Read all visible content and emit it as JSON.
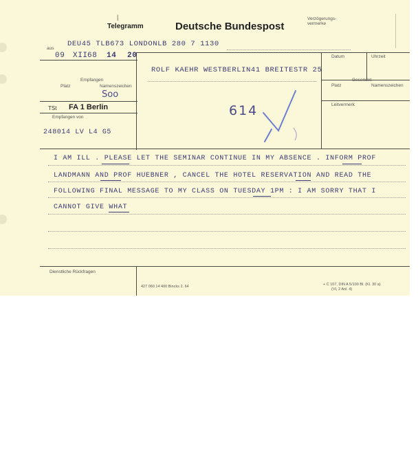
{
  "form": {
    "telegramm_label": "Telegramm",
    "header_title": "Deutsche Bundespost",
    "verzoegerung_label1": "Verzögerungs-",
    "verzoegerung_label2": "vermerke",
    "aus_label": "aus",
    "datum_label": "Datum",
    "uhrzeit_label": "Uhrzeit",
    "empfangen_label": "Empfangen",
    "platz_label": "Platz",
    "namenszeichen_label": "Namenszeichen",
    "gesendet_label": "Gesendet",
    "platz_label2": "Platz",
    "namenszeichen_label2": "Namenszeichen",
    "leitvermerk_label": "Leitvermerk",
    "tsr_label": "TSt",
    "fa_label": "FA 1 Berlin",
    "empfangen_von_label": "Empfangen von",
    "dienstliche_label": "Dienstliche Rückfragen",
    "footer_left": "427 060  14 400 Bincks 2. 64",
    "footer_right1": "+ C 107, DIN A 5/100 Bl. (Kl. 30 a)",
    "footer_right2": "(VI, 2 Anl. 4)"
  },
  "typed": {
    "origin": "DEU45 TLB673  LONDONLB 280 7 1130",
    "date_day": "09",
    "date_month": "XII",
    "date_year": "68",
    "date_hour": "14",
    "date_min": "20",
    "address": "ROLF KAEHR WESTBERLIN41 BREITESTR 25",
    "receiver_code": "248014 LV L4 G5",
    "msg_line1": "I AM ILL . PLEASE LET THE SEMINAR CONTINUE IN MY ABSENCE .  INFORM PROF",
    "msg_line2": "LANDMANN AND PROF HUEBNER , CANCEL THE HOTEL  RESERVATION AND READ THE",
    "msg_line3": "FOLLOWING FINAL MESSAGE TO MY CLASS  ON TUESDAY 1PM : I AM SORRY THAT I",
    "msg_line4": "CANNOT GIVE WHAT"
  },
  "handwritten": {
    "number_614": "614",
    "initials": "Soo"
  },
  "colors": {
    "paper": "#fbf7d9",
    "ink_typed": "#3a3a72",
    "ink_hand": "#4a4a88"
  }
}
